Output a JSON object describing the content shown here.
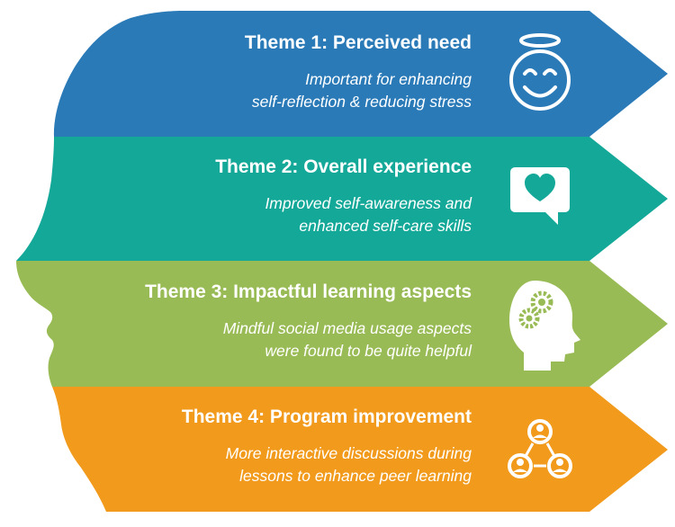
{
  "themes": [
    {
      "title": "Theme 1: Perceived need",
      "description": "Important for enhancing\nself-reflection & reducing stress",
      "color": "#2A7AB8",
      "icon": "smiley-halo-icon"
    },
    {
      "title": "Theme 2: Overall experience",
      "description": "Improved self-awareness and\nenhanced self-care skills",
      "color": "#14A899",
      "icon": "heart-chat-bubble-icon"
    },
    {
      "title": "Theme 3: Impactful learning aspects",
      "description": "Mindful social media usage aspects\nwere found to be quite helpful",
      "color": "#99BB55",
      "icon": "head-gears-icon"
    },
    {
      "title": "Theme 4: Program improvement",
      "description": "More interactive discussions during\nlessons to enhance peer learning",
      "color": "#F19A1B",
      "icon": "people-network-icon"
    }
  ]
}
